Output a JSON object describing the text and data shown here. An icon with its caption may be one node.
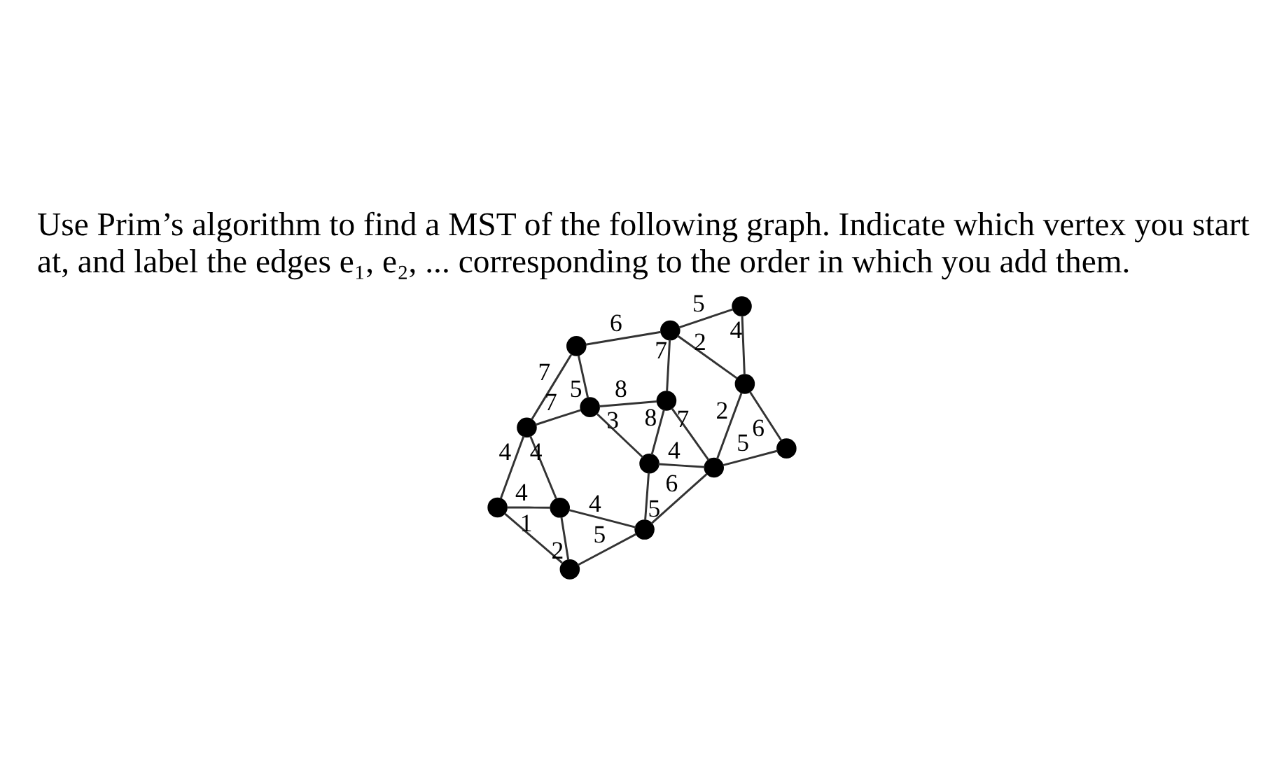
{
  "diagram": {
    "title": "Use Prim’s algorithm to find a MST of the following graph. Indicate which vertex you start at, and label the edges e₁, e₂, ... corresponding to the order in which you add them.",
    "nodes": [
      {
        "text": [],
        "shape": "circle"
      },
      {
        "text": [],
        "shape": "circle"
      },
      {
        "text": [],
        "shape": "circle"
      },
      {
        "text": [],
        "shape": "circle"
      },
      {
        "text": [],
        "shape": "circle"
      },
      {
        "text": [],
        "shape": "circle"
      },
      {
        "text": [],
        "shape": "circle"
      },
      {
        "text": [],
        "shape": "circle"
      },
      {
        "text": [],
        "shape": "circle"
      },
      {
        "text": [],
        "shape": "circle"
      },
      {
        "text": [],
        "shape": "circle"
      },
      {
        "text": [],
        "shape": "circle"
      },
      {
        "text": [],
        "shape": "circle"
      },
      {
        "text": [],
        "shape": "circle"
      }
    ],
    "edges": [
      {
        "from": 1,
        "to": 0,
        "arrow": "none",
        "label": "4"
      },
      {
        "from": 0,
        "to": 2,
        "arrow": "none",
        "label": "1"
      },
      {
        "from": 0,
        "to": 3,
        "arrow": "none",
        "label": "4"
      },
      {
        "from": 1,
        "to": 3,
        "arrow": "none",
        "label": "4"
      },
      {
        "from": 3,
        "to": 2,
        "arrow": "none",
        "label": "2"
      },
      {
        "from": 3,
        "to": 5,
        "arrow": "none",
        "label": "4"
      },
      {
        "from": 2,
        "to": 5,
        "arrow": "none",
        "label": "5"
      },
      {
        "from": 1,
        "to": 4,
        "arrow": "none",
        "label": "7"
      },
      {
        "from": 1,
        "to": 6,
        "arrow": "none",
        "label": "7"
      },
      {
        "from": 4,
        "to": 6,
        "arrow": "none",
        "label": "5"
      },
      {
        "from": 4,
        "to": 8,
        "arrow": "none",
        "label": "6"
      },
      {
        "from": 6,
        "to": 7,
        "arrow": "none",
        "label": "3"
      },
      {
        "from": 7,
        "to": 5,
        "arrow": "none",
        "label": "5"
      },
      {
        "from": 7,
        "to": 9,
        "arrow": "none",
        "label": "4"
      },
      {
        "from": 5,
        "to": 9,
        "arrow": "none",
        "label": "6"
      },
      {
        "from": 6,
        "to": 10,
        "arrow": "none",
        "label": "8"
      },
      {
        "from": 7,
        "to": 10,
        "arrow": "none",
        "label": "8"
      },
      {
        "from": 8,
        "to": 10,
        "arrow": "none",
        "label": "7"
      },
      {
        "from": 10,
        "to": 9,
        "arrow": "none",
        "label": "7"
      },
      {
        "from": 8,
        "to": 11,
        "arrow": "none",
        "label": "5"
      },
      {
        "from": 11,
        "to": 13,
        "arrow": "none",
        "label": "4"
      },
      {
        "from": 8,
        "to": 13,
        "arrow": "none",
        "label": "2"
      },
      {
        "from": 13,
        "to": 9,
        "arrow": "none",
        "label": "2"
      },
      {
        "from": 13,
        "to": 12,
        "arrow": "none",
        "label": "6"
      },
      {
        "from": 12,
        "to": 9,
        "arrow": "none",
        "label": "5"
      }
    ]
  }
}
